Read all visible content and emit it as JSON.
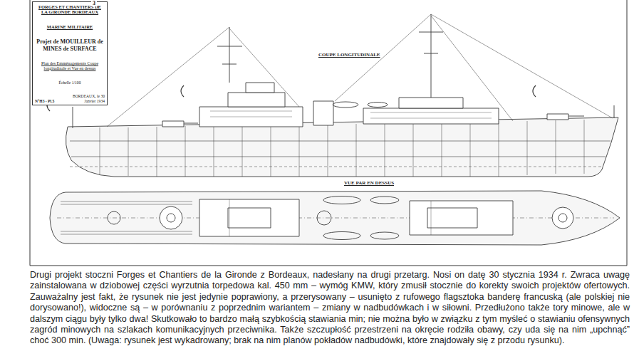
{
  "diagram": {
    "caption": "Drugi projekt stoczni Forges et Chantiers de la Gironde z Bordeaux, nadesłany na drugi przetarg. Nosi on datę 30 stycznia 1934 r. Zwraca uwagę zainstalowana w dziobowej części wyrzutnia torpedowa kal. 450 mm – wymóg KMW, który zmusił stocznie do korekty swoich projektów ofertowych. Zauważalny jest fakt, że rysunek nie jest jedynie poprawiony, a przerysowany – usunięto z rufowego flagsztoka banderę francuską (ale polskiej nie dorysowano!), widoczne są – w porównaniu z poprzednim wariantem – zmiany w nadbudówkach i w siłowni. Przedłużono także tory minowe, ale w dalszym ciągu były tylko dwa! Skutkowało to bardzo małą szybkością stawiania min; nie można było w związku z tym myśleć o stawianiu ofensywnych zagród minowych na szlakach komunikacyjnych przeciwnika. Także szczupłość przestrzeni na okręcie rodziła obawy, czy uda się na nim „upchnąć” choć 300 min. (Uwaga: rysunek jest wykadrowany; brak na nim planów pokładów nadbudówki, które znajdowały się z przodu rysunku).",
    "nodes": [
      {
        "text": [
          "FORGES ET CHANTIERS DE LA GIRONDE BORDEAUX",
          "MARINE MILITAIRE",
          "Projet de MOUILLEUR de MINES de SURFACE",
          "Plan des Emménagements Coupe longitudinale et Vue en dessus",
          "Échelle 1/100",
          "N°H3 - Pl.5",
          "BORDEAUX, le 30 Janvier 1934"
        ]
      }
    ],
    "labels": [
      "3",
      "COUPE LONGITUDINALE",
      "VUE PAR EN DESSUS"
    ]
  }
}
